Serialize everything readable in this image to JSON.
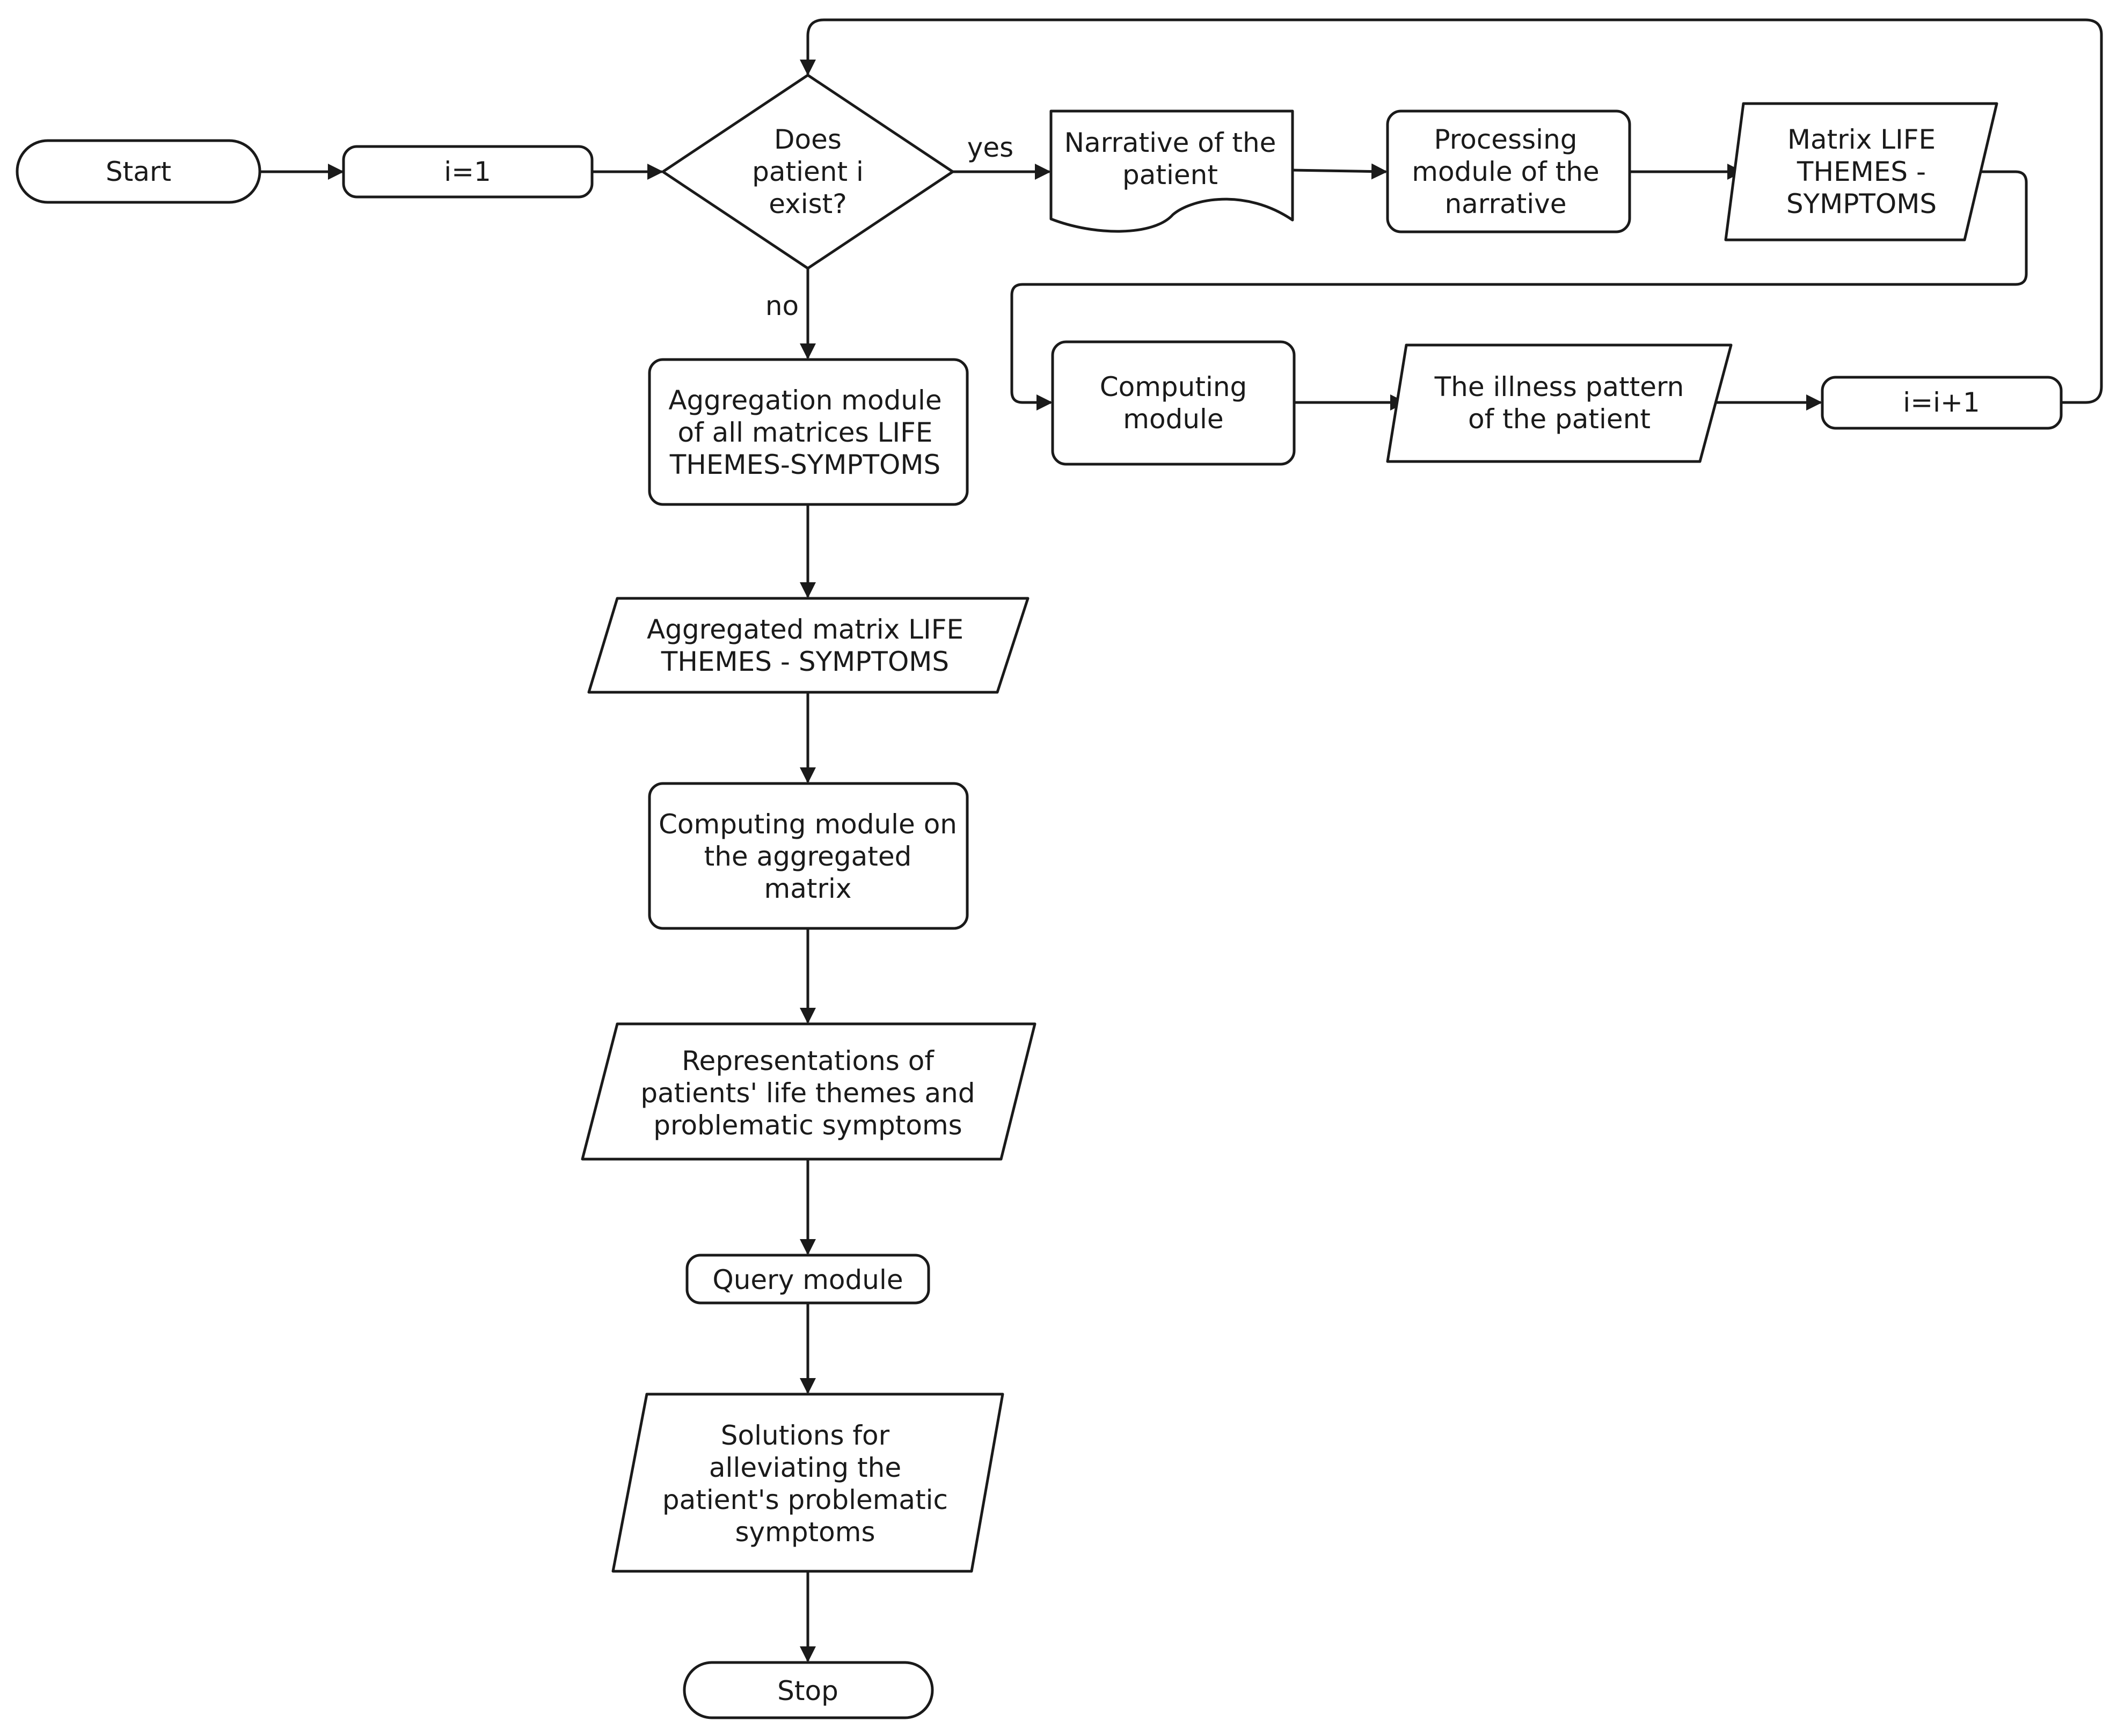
{
  "nodes": {
    "start": [
      "Start"
    ],
    "init": [
      "i=1"
    ],
    "decision": [
      "Does",
      "patient i",
      "exist?"
    ],
    "narrative": [
      "Narrative of the",
      "patient"
    ],
    "processing": [
      "Processing",
      "module of the",
      "narrative"
    ],
    "matrix": [
      "Matrix LIFE",
      "THEMES -",
      "SYMPTOMS"
    ],
    "computing": [
      "Computing",
      "module"
    ],
    "illness": [
      "The illness pattern",
      "of the patient"
    ],
    "increment": [
      "i=i+1"
    ],
    "aggregation": [
      "Aggregation module",
      "of all matrices LIFE",
      "THEMES-SYMPTOMS"
    ],
    "aggregated_matrix": [
      "Aggregated matrix LIFE",
      "THEMES - SYMPTOMS"
    ],
    "computing_aggregated": [
      "Computing module on",
      "the aggregated",
      "matrix"
    ],
    "representations": [
      "Representations of",
      "patients' life themes and",
      "problematic symptoms"
    ],
    "query": [
      "Query module"
    ],
    "solutions": [
      "Solutions for",
      "alleviating the",
      "patient's problematic",
      "symptoms"
    ],
    "stop": [
      "Stop"
    ]
  },
  "edge_labels": {
    "yes": "yes",
    "no": "no"
  }
}
